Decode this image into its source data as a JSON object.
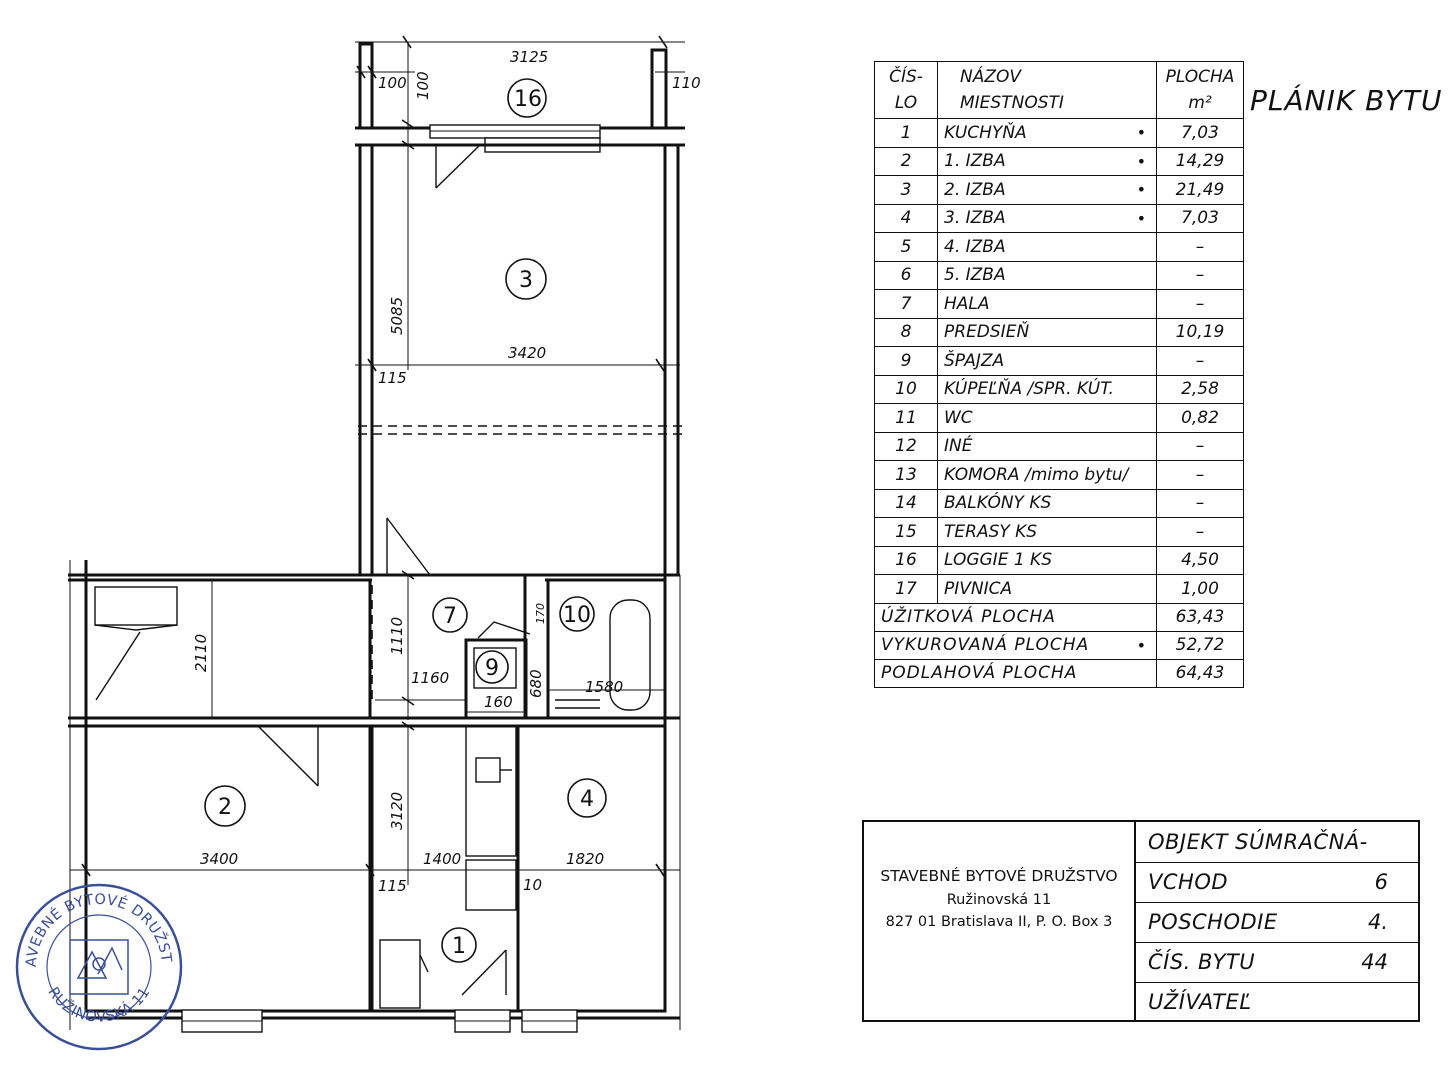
{
  "plan": {
    "title": "PLÁNIK BYTU",
    "room_labels": [
      "16",
      "3",
      "7",
      "10",
      "9",
      "2",
      "4",
      "1"
    ],
    "dimensions": {
      "loggia_width": "3125",
      "loggia_wall_left": "100",
      "loggia_depth": "100",
      "loggia_wall_right": "110",
      "room3_depth": "5085",
      "room3_width": "3420",
      "wall_115_top": "115",
      "hall_depth": "1110",
      "room2_depth_top": "2110",
      "hall_1160": "1160",
      "pantry_width": "160",
      "bath_depth": "680",
      "bath_width": "1580",
      "pantry_door": "170",
      "kitchen_depth": "3120",
      "room2_width": "3400",
      "kitchen_width": "1400",
      "room4_width": "1820",
      "wall_115_bottom": "115",
      "wall_10": "10"
    }
  },
  "table": {
    "headers": {
      "num": [
        "ČÍS-",
        "LO"
      ],
      "name": [
        "NÁZOV",
        "MIESTNOSTI"
      ],
      "area": [
        "PLOCHA",
        "m²"
      ]
    },
    "rows": [
      {
        "num": "1",
        "name": "KUCHYŇA",
        "dot": "•",
        "area": "7,03"
      },
      {
        "num": "2",
        "name": "1. IZBA",
        "dot": "•",
        "area": "14,29"
      },
      {
        "num": "3",
        "name": "2. IZBA",
        "dot": "•",
        "area": "21,49"
      },
      {
        "num": "4",
        "name": "3. IZBA",
        "dot": "•",
        "area": "7,03"
      },
      {
        "num": "5",
        "name": "4. IZBA",
        "dot": "",
        "area": "–"
      },
      {
        "num": "6",
        "name": "5. IZBA",
        "dot": "",
        "area": "–"
      },
      {
        "num": "7",
        "name": "HALA",
        "dot": "",
        "area": "–"
      },
      {
        "num": "8",
        "name": "PREDSIEŇ",
        "dot": "",
        "area": "10,19"
      },
      {
        "num": "9",
        "name": "ŠPAJZA",
        "dot": "",
        "area": "–"
      },
      {
        "num": "10",
        "name": "KÚPEĽŇA /SPR. KÚT.",
        "dot": "",
        "area": "2,58"
      },
      {
        "num": "11",
        "name": "WC",
        "dot": "",
        "area": "0,82"
      },
      {
        "num": "12",
        "name": "INÉ",
        "dot": "",
        "area": "–"
      },
      {
        "num": "13",
        "name": "KOMORA /mimo bytu/",
        "dot": "",
        "area": "–"
      },
      {
        "num": "14",
        "name": "BALKÓNY   KS",
        "dot": "",
        "area": "–"
      },
      {
        "num": "15",
        "name": "TERASY    KS",
        "dot": "",
        "area": "–"
      },
      {
        "num": "16",
        "name": "LOGGIE   1 KS",
        "dot": "",
        "area": "4,50"
      },
      {
        "num": "17",
        "name": "PIVNICA",
        "dot": "",
        "area": "1,00"
      }
    ],
    "summary": [
      {
        "label": "ÚŽITKOVÁ   PLOCHA",
        "dot": "",
        "area": "63,43"
      },
      {
        "label": "VYKUROVANÁ   PLOCHA",
        "dot": "•",
        "area": "52,72"
      },
      {
        "label": "PODLAHOVÁ   PLOCHA",
        "dot": "",
        "area": "64,43"
      }
    ]
  },
  "info": {
    "coop_name": "STAVEBNÉ BYTOVÉ DRUŽSTVO",
    "coop_street": "Ružinovská 11",
    "coop_city": "827 01 Bratislava II, P. O. Box 3",
    "rows": [
      {
        "label": "OBJEKT   SÚMRAČNÁ-",
        "value": ""
      },
      {
        "label": "VCHOD",
        "value": "6"
      },
      {
        "label": "POSCHODIE",
        "value": "4."
      },
      {
        "label": "ČÍS. BYTU",
        "value": "44"
      },
      {
        "label": "UŽÍVATEĽ",
        "value": ""
      }
    ]
  },
  "stamp": {
    "text_top": "STAVEBNÉ BYTOVÉ DRUŽSTVO",
    "text_bottom": "RUŽINOVSKÁ 11",
    "color": "#3a4f9a"
  }
}
